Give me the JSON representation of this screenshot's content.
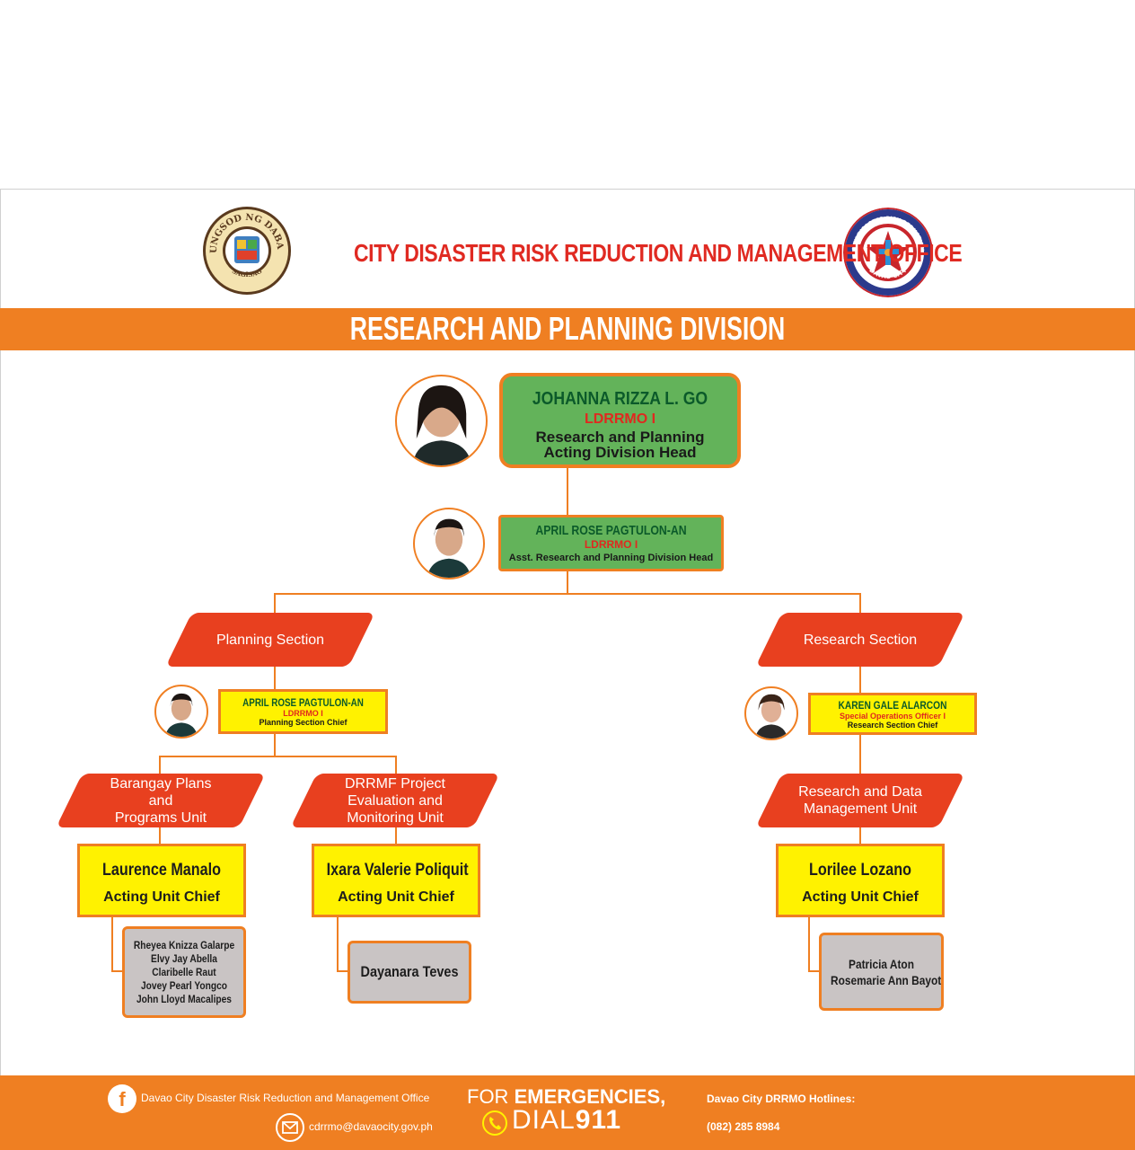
{
  "header": {
    "office_title": "CITY DISASTER RISK REDUCTION AND MANAGEMENT OFFICE",
    "division_title": "RESEARCH AND PLANNING DIVISION",
    "left_seal_text": [
      "LUNGSOD NG DABAW",
      "SAGISAG"
    ],
    "right_seal_text": [
      "CITY DISASTER RISK REDUCTION AND MANAGEMENT OFFICE",
      "DAVAO CITY"
    ]
  },
  "head": {
    "name": "JOHANNA RIZZA L. GO",
    "position": "LDRRMO I",
    "role_line1": "Research and Planning",
    "role_line2": "Acting Division Head"
  },
  "assistant": {
    "name": "APRIL ROSE PAGTULON-AN",
    "position": "LDRRMO I",
    "role": "Asst. Research and Planning Division Head"
  },
  "planning": {
    "section_label": "Planning Section",
    "chief_name": "APRIL ROSE PAGTULON-AN",
    "chief_position": "LDRRMO I",
    "chief_role": "Planning Section Chief",
    "units": [
      {
        "label_lines": [
          "Barangay Plans",
          "and",
          "Programs Unit"
        ],
        "head_name": "Laurence Manalo",
        "head_role": "Acting Unit Chief",
        "members": [
          "Rheyea Knizza Galarpe",
          "Elvy Jay Abella",
          "Claribelle Raut",
          "Jovey Pearl Yongco",
          "John Lloyd Macalipes"
        ]
      },
      {
        "label_lines": [
          "DRRMF Project",
          "Evaluation and",
          "Monitoring Unit"
        ],
        "head_name": "Ixara Valerie Poliquit",
        "head_role": "Acting Unit Chief",
        "members": [
          "Dayanara Teves"
        ]
      }
    ]
  },
  "research": {
    "section_label": "Research Section",
    "chief_name": "KAREN GALE ALARCON",
    "chief_position": "Special Operations Officer I",
    "chief_role": "Research Section Chief",
    "units": [
      {
        "label_lines": [
          "Research and Data",
          "Management Unit"
        ],
        "head_name": "Lorilee Lozano",
        "head_role": "Acting Unit Chief",
        "members": [
          "Patricia Aton",
          "Rosemarie Ann Bayot"
        ]
      }
    ]
  },
  "footer": {
    "facebook": "Davao City Disaster Risk Reduction and Management Office",
    "email": "cdrrmo@davaocity.gov.ph",
    "emergency_prefix": "FOR ",
    "emergency_word": "EMERGENCIES,",
    "dial_prefix": "DIAL",
    "dial_number": "911",
    "hotlines_label": "Davao City DRRMO Hotlines:",
    "hotline_number": "(082) 285 8984"
  },
  "colors": {
    "orange": "#ef7f22",
    "red": "#e02a22",
    "green": "#63b35a",
    "yellow": "#fff200",
    "gray": "#c9c4c4"
  },
  "icons": [
    "facebook-icon",
    "mail-icon",
    "phone-icon"
  ]
}
